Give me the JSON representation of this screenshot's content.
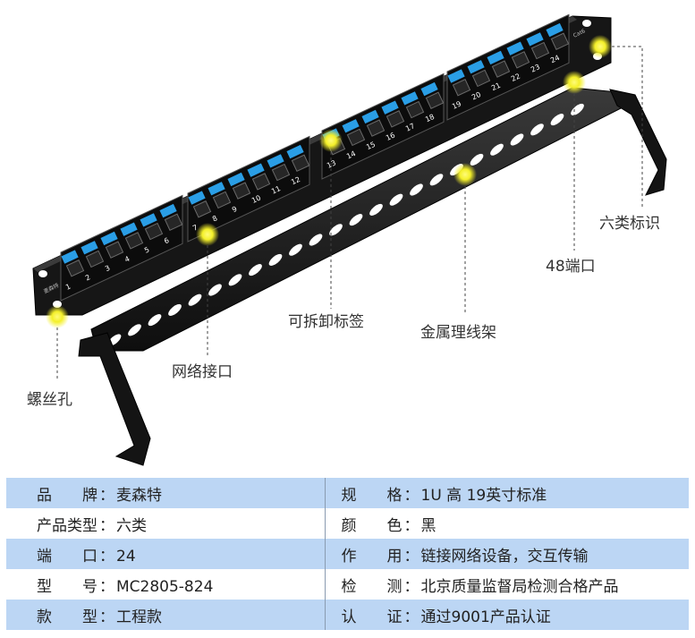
{
  "callouts": {
    "screw_hole": "螺丝孔",
    "network_port": "网络接口",
    "removable_label": "可拆卸标签",
    "metal_manager": "金属理线架",
    "ports_48": "48端口",
    "cat6_mark": "六类标识"
  },
  "panel": {
    "brand_mark": "麦森特",
    "cat_mark": "Cat6",
    "port_numbers": [
      "1",
      "2",
      "3",
      "4",
      "5",
      "6",
      "7",
      "8",
      "9",
      "10",
      "11",
      "12",
      "13",
      "14",
      "15",
      "16",
      "17",
      "18",
      "19",
      "20",
      "21",
      "22",
      "23",
      "24"
    ]
  },
  "specs": [
    {
      "label": "品　　牌",
      "value": "麦森特",
      "label2": "规　　格",
      "value2": "1U 高  19英寸标准"
    },
    {
      "label": "产品类型",
      "value": "六类",
      "label2": "颜　　色",
      "value2": "黑"
    },
    {
      "label": "端　　口",
      "value": "24",
      "label2": "作　　用",
      "value2": "链接网络设备，交互传输"
    },
    {
      "label": "型　　号",
      "value": "MC2805-824",
      "label2": "检　　测",
      "value2": "北京质量监督局检测合格产品"
    },
    {
      "label": "款　　型",
      "value": "工程款",
      "label2": "认　　证",
      "value2": "通过9001产品认证"
    }
  ],
  "colors": {
    "row_shade": "#bcd6f4",
    "panel_body": "#1a1a1a",
    "port_blue": "#2a9ee6",
    "highlight": "#f4f02a"
  }
}
